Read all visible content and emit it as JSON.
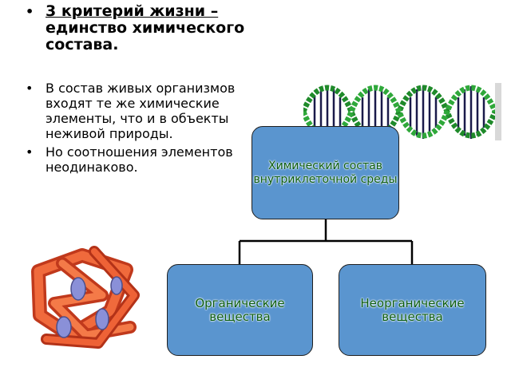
{
  "bullets": {
    "heading_underlined": "3 критерий жизни –",
    "heading_rest": "единство химического состава.",
    "items": [
      "В состав живых организмов входят те же химические элементы, что и в объекты неживой природы.",
      "Но соотношения элементов неодинаково."
    ],
    "marker": "•"
  },
  "diagram": {
    "top_box": "Химический состав внутриклеточной среды",
    "left_box": "Органические вещества",
    "right_box": "Неорганические вещества"
  },
  "colors": {
    "box_fill": "#5a95cf",
    "box_text": "#0a5c10",
    "dna_strand": "#1f8a2a",
    "dna_rungs": "#1a1a4a",
    "protein": "#e8542a",
    "protein_accent": "#8a90d8"
  },
  "icons": {
    "dna": "dna-helix-image",
    "protein": "protein-structure-image"
  }
}
